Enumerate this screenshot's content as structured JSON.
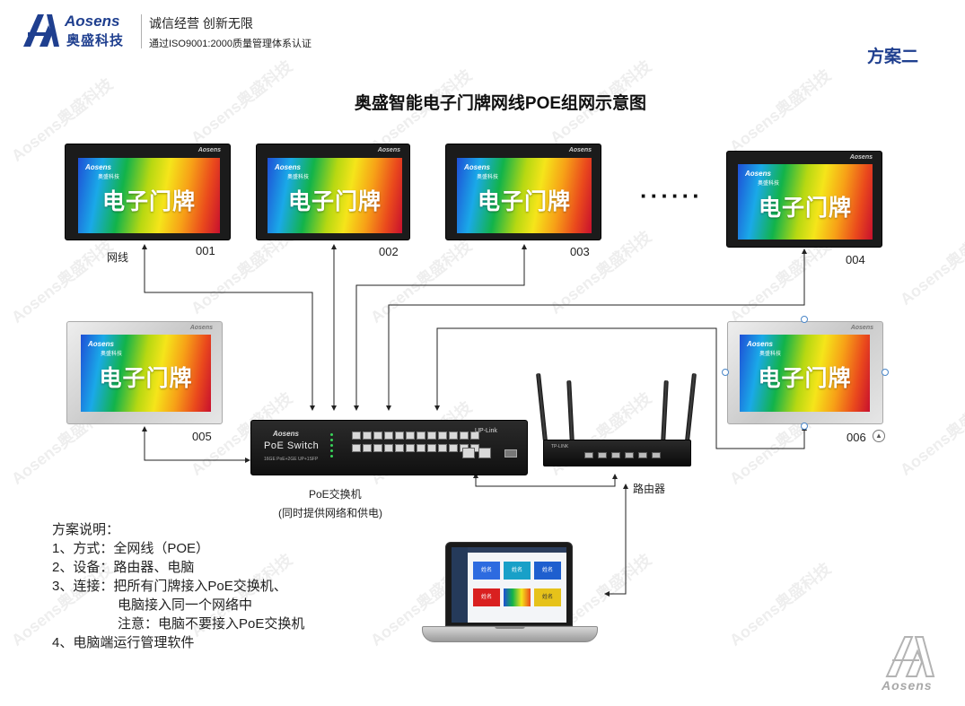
{
  "header": {
    "brand_name": "Aosens",
    "brand_cn": "奥盛科技",
    "slogan": "诚信经营 创新无限",
    "certification": "通过ISO9001:2000质量管理体系认证",
    "scheme": "方案二"
  },
  "title": "奥盛智能电子门牌网线POE组网示意图",
  "watermark": "Aosens奥盛科技",
  "displays": [
    {
      "id": "001",
      "style": "dark",
      "sign_text": "电子门牌",
      "maker": "Aosens"
    },
    {
      "id": "002",
      "style": "dark",
      "sign_text": "电子门牌",
      "maker": "Aosens"
    },
    {
      "id": "003",
      "style": "dark",
      "sign_text": "电子门牌",
      "maker": "Aosens"
    },
    {
      "id": "004",
      "style": "dark",
      "sign_text": "电子门牌",
      "maker": "Aosens"
    },
    {
      "id": "005",
      "style": "silver",
      "sign_text": "电子门牌",
      "maker": "Aosens"
    },
    {
      "id": "006",
      "style": "silver",
      "sign_text": "电子门牌",
      "maker": "Aosens"
    }
  ],
  "screen_logo": {
    "name": "Aosens",
    "cn": "奥盛科技"
  },
  "ellipsis": "······",
  "cable_label": "网线",
  "switch": {
    "brand": "Aosens",
    "name": "PoE Switch",
    "spec": "16GE PoE+2GE UP+1SFP",
    "uplink": "UP-Link",
    "caption": "PoE交换机",
    "caption_sub": "(同时提供网络和供电)"
  },
  "router": {
    "brand": "TP-LINK",
    "caption": "路由器"
  },
  "laptop": {
    "tiles": [
      {
        "text": "姓名",
        "color": "#2d6be0"
      },
      {
        "text": "姓名",
        "color": "#18a0c8"
      },
      {
        "text": "姓名",
        "color": "#1e5fcf"
      },
      {
        "text": "姓名",
        "color": "#d92020"
      },
      {
        "text": "",
        "color": "#e07a1a"
      },
      {
        "text": "姓名",
        "color": "#e6c21a"
      }
    ]
  },
  "notes": {
    "heading": "方案说明：",
    "item1": "1、方式：全网线（POE）",
    "item2": "2、设备：路由器、电脑",
    "item3": "3、连接：把所有门牌接入PoE交换机、",
    "item3b": "电脑接入同一个网络中",
    "item3c": "注意：电脑不要接入PoE交换机",
    "item4": "4、电脑端运行管理软件"
  },
  "corner_logo": "Aosens",
  "colors": {
    "brand": "#1f3f8f",
    "line": "#222222",
    "handle": "#4a86c8"
  }
}
